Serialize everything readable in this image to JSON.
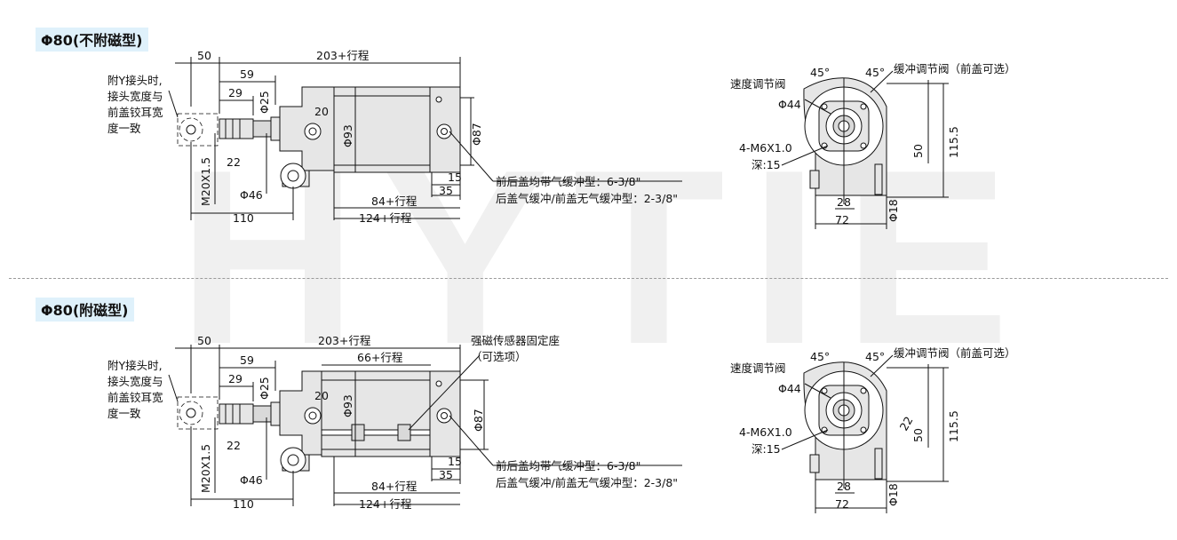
{
  "watermark": "HYTIE",
  "sections": [
    {
      "title": "Φ80(不附磁型)",
      "dims": {
        "d50": "50",
        "d203": "203+行程",
        "d59": "59",
        "d29": "29",
        "d25": "Φ25",
        "d20": "20",
        "d93": "Φ93",
        "d87": "Φ87",
        "d22": "22",
        "dm20": "M20X1.5",
        "d46": "Φ46",
        "d15": "15",
        "d35": "35",
        "d84": "84+行程",
        "d124": "124+行程",
        "d110": "110"
      },
      "note_y": [
        "附Y接头时,",
        "接头宽度与",
        "前盖铰耳宽",
        "度一致"
      ],
      "cushion_front": "前后盖均带气缓冲型：6-3/8\"",
      "cushion_rear": "后盖气缓冲/前盖无气缓冲型：2-3/8\"",
      "side": {
        "speed_valve": "速度调节阀",
        "a45a": "45°",
        "a45b": "45°",
        "cushion_valve": "缓冲调节阀（前盖可选）",
        "d44": "Φ44",
        "thread": "4-M6X1.0",
        "depth": "深:15",
        "d115": "115.5",
        "d50": "50",
        "d28": "28",
        "d72": "72",
        "d18": "Φ18"
      }
    },
    {
      "title": "Φ80(附磁型)",
      "dims": {
        "d50": "50",
        "d203": "203+行程",
        "d59": "59",
        "d29": "29",
        "d25": "Φ25",
        "d20": "20",
        "d93": "Φ93",
        "d87": "Φ87",
        "d22": "22",
        "dm20": "M20X1.5",
        "d46": "Φ46",
        "d15": "15",
        "d35": "35",
        "d84": "84+行程",
        "d124": "124+行程",
        "d110": "110",
        "d66": "66+行程"
      },
      "note_y": [
        "附Y接头时,",
        "接头宽度与",
        "前盖铰耳宽",
        "度一致"
      ],
      "sensor": [
        "强磁传感器固定座",
        "（可选项）"
      ],
      "cushion_front": "前后盖均带气缓冲型：6-3/8\"",
      "cushion_rear": "后盖气缓冲/前盖无气缓冲型：2-3/8\"",
      "side": {
        "speed_valve": "速度调节阀",
        "a45a": "45°",
        "a45b": "45°",
        "cushion_valve": "缓冲调节阀（前盖可选）",
        "d44": "Φ44",
        "thread": "4-M6X1.0",
        "depth": "深:15",
        "d115": "115.5",
        "d50": "50",
        "d28": "28",
        "d72": "72",
        "d18": "Φ18",
        "d22": "22"
      }
    }
  ]
}
